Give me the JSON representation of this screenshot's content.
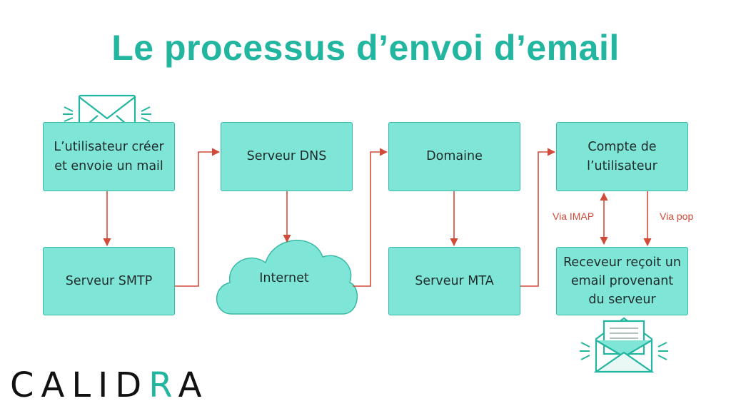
{
  "title": "Le processus d’envoi d’email",
  "nodes": {
    "user_send": "L’utilisateur créer et envoie un mail",
    "smtp": "Serveur SMTP",
    "dns": "Serveur DNS",
    "internet": "Internet",
    "domain": "Domaine",
    "mta": "Serveur MTA",
    "account": "Compte de l’utilisateur",
    "receiver": "Receveur reçoit un email provenant du serveur"
  },
  "edge_labels": {
    "imap": "Via IMAP",
    "pop": "Via pop"
  },
  "logo": {
    "text_before": "CALID",
    "text_accent": "R",
    "text_after": "A"
  },
  "colors": {
    "title": "#22b5a0",
    "box_fill": "#7fe5d6",
    "box_border": "#38b9a6",
    "arrow": "#d24a38"
  }
}
